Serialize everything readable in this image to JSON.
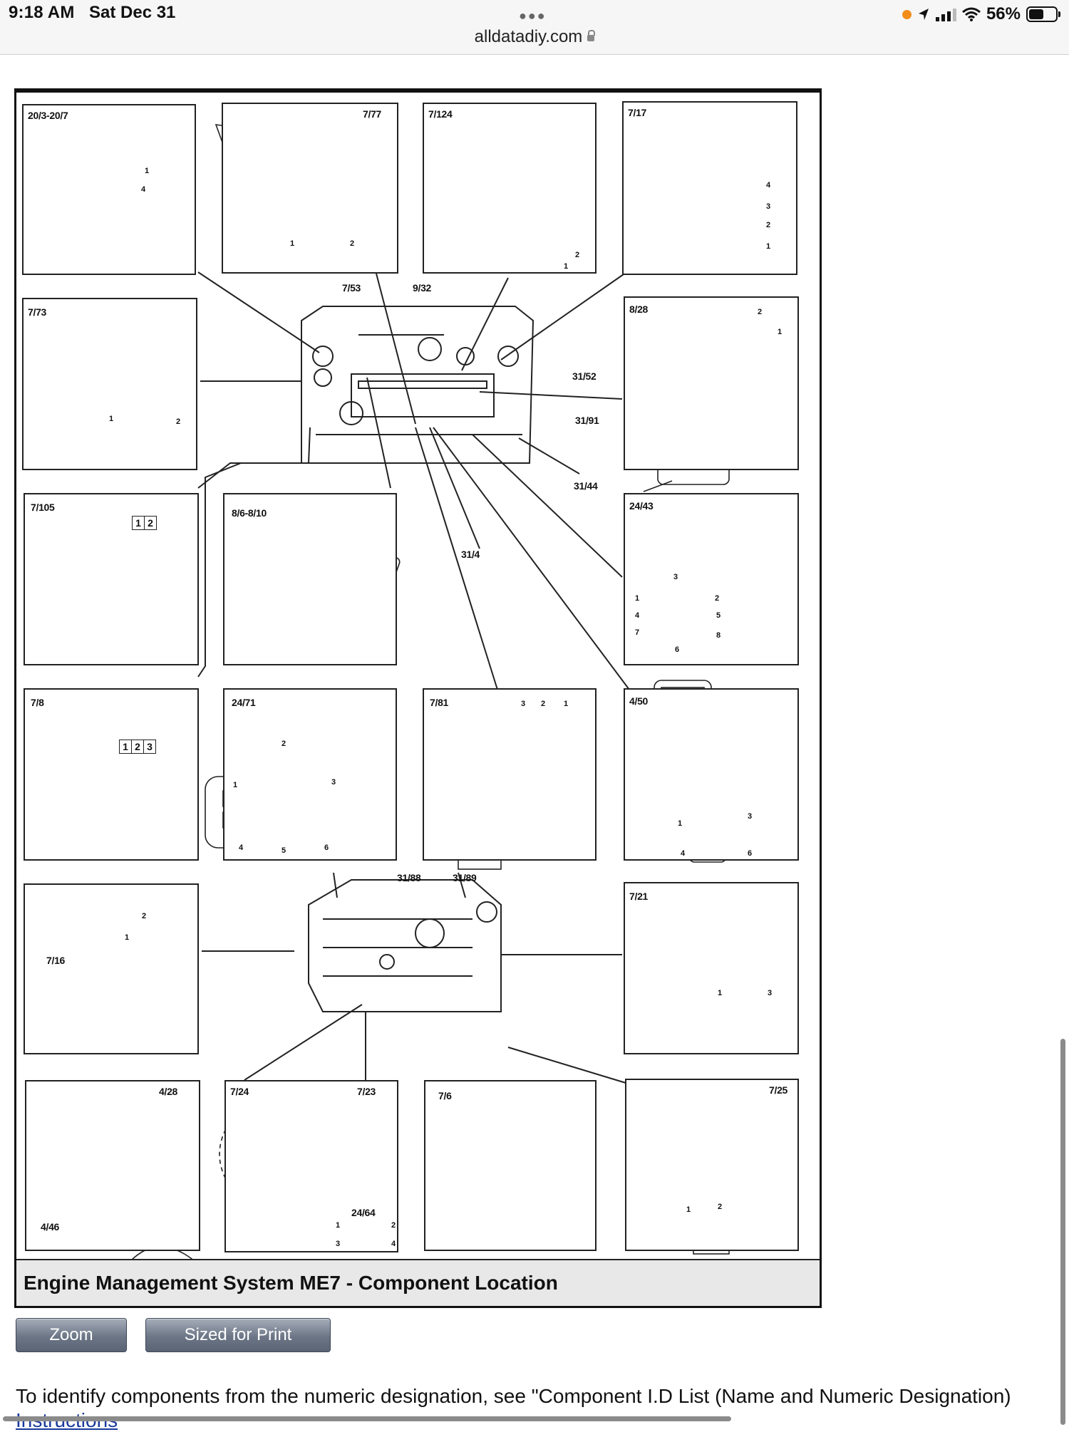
{
  "status_bar": {
    "time": "9:18 AM",
    "date": "Sat Dec 31",
    "battery_percent": "56%",
    "battery_level": 0.56,
    "url": "alldatadiy.com"
  },
  "figure": {
    "panels": [
      {
        "id": "20/3-20/7",
        "pins": [
          "1",
          "4"
        ]
      },
      {
        "id": "7/77",
        "pins": [
          "1",
          "2"
        ]
      },
      {
        "id": "7/124",
        "pins": [
          "1",
          "2"
        ]
      },
      {
        "id": "7/17",
        "pins": [
          "4",
          "3",
          "2",
          "1"
        ]
      },
      {
        "id": "7/73",
        "pins": [
          "1",
          "2"
        ]
      },
      {
        "id": "8/28",
        "pins": [
          "2",
          "1"
        ]
      },
      {
        "id": "7/105",
        "pinbox": [
          "1",
          "2"
        ]
      },
      {
        "id": "8/6-8/10"
      },
      {
        "id": "24/43",
        "pins": [
          "3",
          "1",
          "2",
          "4",
          "5",
          "7",
          "8",
          "6"
        ]
      },
      {
        "id": "7/8",
        "pinbox": [
          "1",
          "2",
          "3"
        ]
      },
      {
        "id": "24/71",
        "pins": [
          "2",
          "1",
          "3",
          "4",
          "5",
          "6"
        ]
      },
      {
        "id": "7/81",
        "pins": [
          "3",
          "2",
          "1"
        ]
      },
      {
        "id": "4/50",
        "pins": [
          "1",
          "3",
          "4",
          "6"
        ]
      },
      {
        "id": "7/16",
        "pins": [
          "2",
          "1"
        ]
      },
      {
        "id": "7/21",
        "pins": [
          "1",
          "3"
        ]
      },
      {
        "id": "4/28",
        "sub": "4/46"
      },
      {
        "id": "7/24",
        "sub": "7/23",
        "sub2": "24/64",
        "pins": [
          "1",
          "2",
          "3",
          "4"
        ]
      },
      {
        "id": "7/6"
      },
      {
        "id": "7/25",
        "pins": [
          "1",
          "2"
        ]
      }
    ],
    "callouts": [
      "7/53",
      "9/32",
      "31/52",
      "31/91",
      "31/44",
      "31/4",
      "31/88",
      "31/89"
    ],
    "caption": "Engine Management System ME7 - Component Location"
  },
  "buttons": {
    "zoom": "Zoom",
    "print": "Sized for Print"
  },
  "description": "To identify components from the numeric designation, see \"Component I.D List (Name and Numeric Designation)",
  "link": "Instructions"
}
